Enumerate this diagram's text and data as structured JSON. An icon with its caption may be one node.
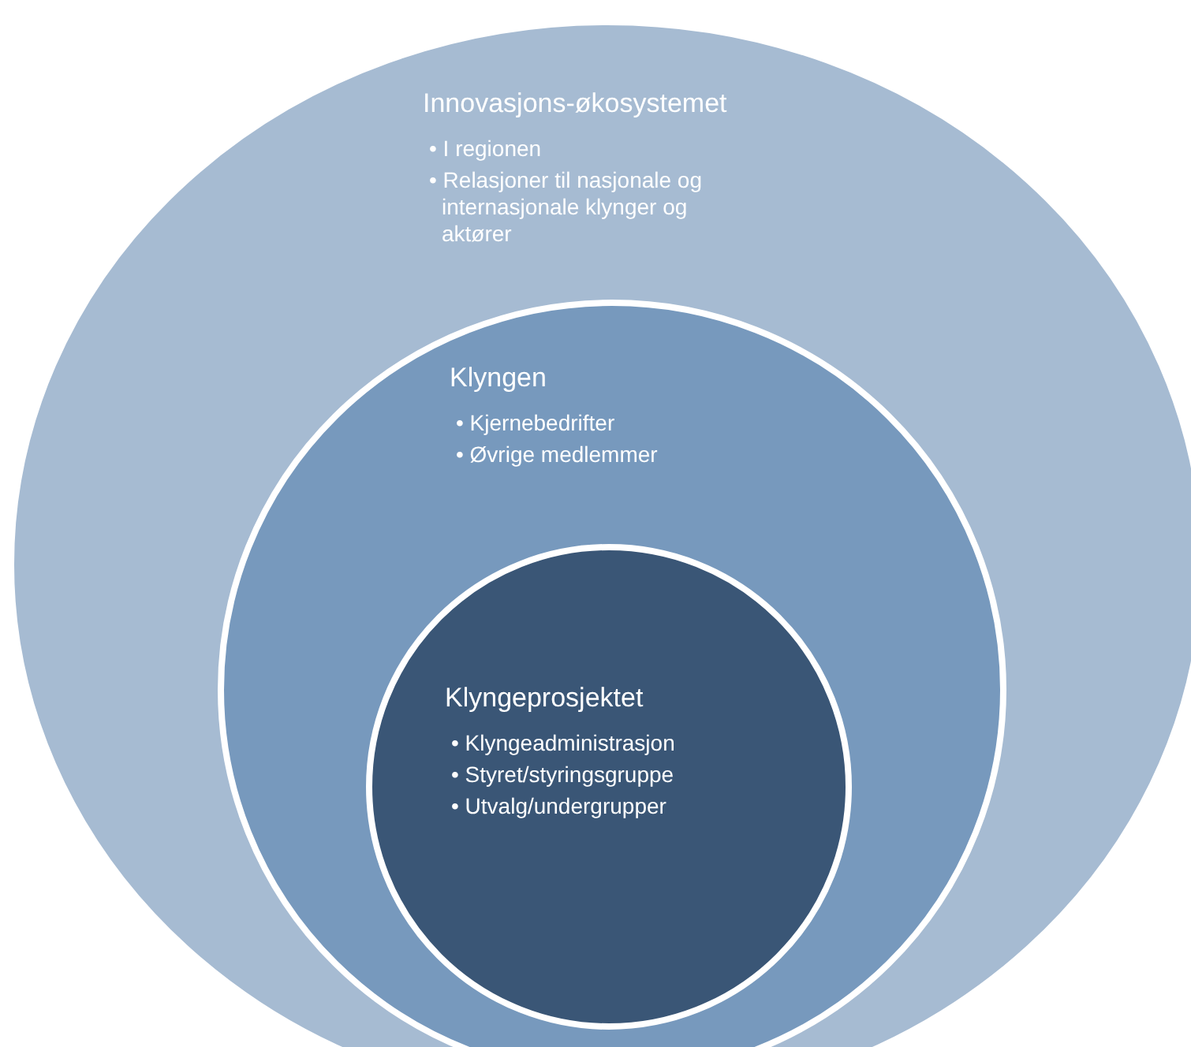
{
  "diagram": {
    "nodes": [
      {
        "text": [
          "Innovasjons-økosystemet",
          "• I regionen",
          "• Relasjoner til nasjonale og internasjonale klynger og aktører"
        ]
      },
      {
        "text": [
          "Klyngen",
          "• Kjernebedrifter",
          "• Øvrige medlemmer"
        ],
        "in": 0
      },
      {
        "text": [
          "Klyngeprosjektet",
          "• Klyngeadministrasjon",
          "• Styret/styringsgruppe",
          "• Utvalg/undergrupper"
        ],
        "in": 1
      }
    ]
  }
}
